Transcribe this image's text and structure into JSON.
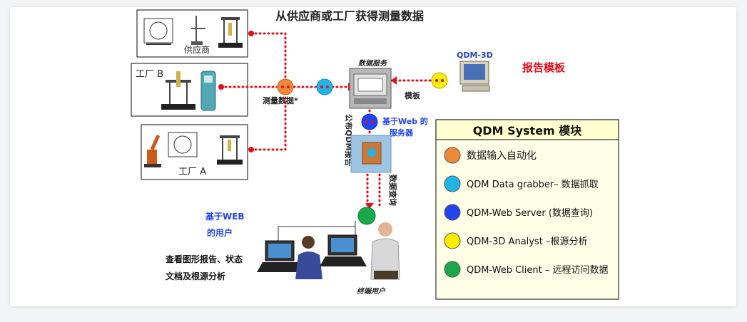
{
  "title": "从供应商或工厂获得测量数据",
  "sources": [
    {
      "label": "供应商"
    },
    {
      "label": "工厂 B"
    },
    {
      "label": "工厂 A"
    }
  ],
  "measure_label": "测量数据*",
  "data_service_label": "数据服务",
  "template_label": "模板",
  "qdm3d_label": "QDM-3D",
  "report_template_label": "报告模板",
  "web_server_label_1": "基于Web 的",
  "web_server_label_2": "服务器",
  "publish_label": "公布QDM报告",
  "query_label": "数据查询",
  "web_user_label_1": "基于WEB",
  "web_user_label_2": "的用户",
  "view_label_1": "查看图形报告、状态",
  "view_label_2": "文档及根源分析",
  "end_user_label": "终端用户",
  "legend": {
    "title": "QDM System 模块",
    "items": [
      {
        "color": "#f0883a",
        "label": "数据输入自动化"
      },
      {
        "color": "#22b4e6",
        "label": "QDM Data grabber– 数据抓取"
      },
      {
        "color": "#2244ee",
        "label": "QDM-Web Server (数据查询)"
      },
      {
        "color": "#ffee00",
        "label": "QDM-3D Analyst –根源分析"
      },
      {
        "color": "#1aa84a",
        "label": "QDM-Web Client – 远程访问数据"
      }
    ]
  }
}
